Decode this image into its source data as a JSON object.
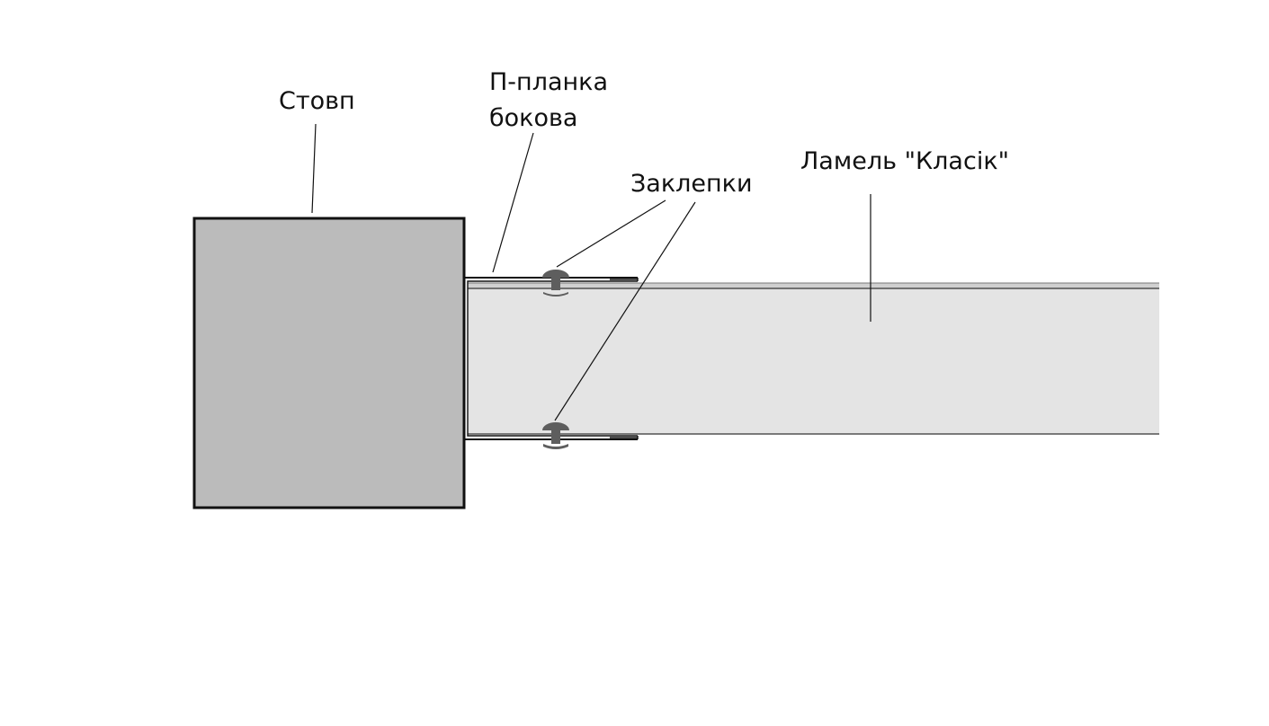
{
  "labels": {
    "post": "Стовп",
    "u_profile_line1": "П-планка",
    "u_profile_line2": "бокова",
    "rivets": "Заклепки",
    "slat": "Ламель \"Класік\""
  },
  "colors": {
    "post_fill": "#bbbbbb",
    "slat_fill": "#e4e4e4",
    "slat_top": "#d0d0d0",
    "rivet": "#5e5e5e",
    "outline": "#111111"
  }
}
